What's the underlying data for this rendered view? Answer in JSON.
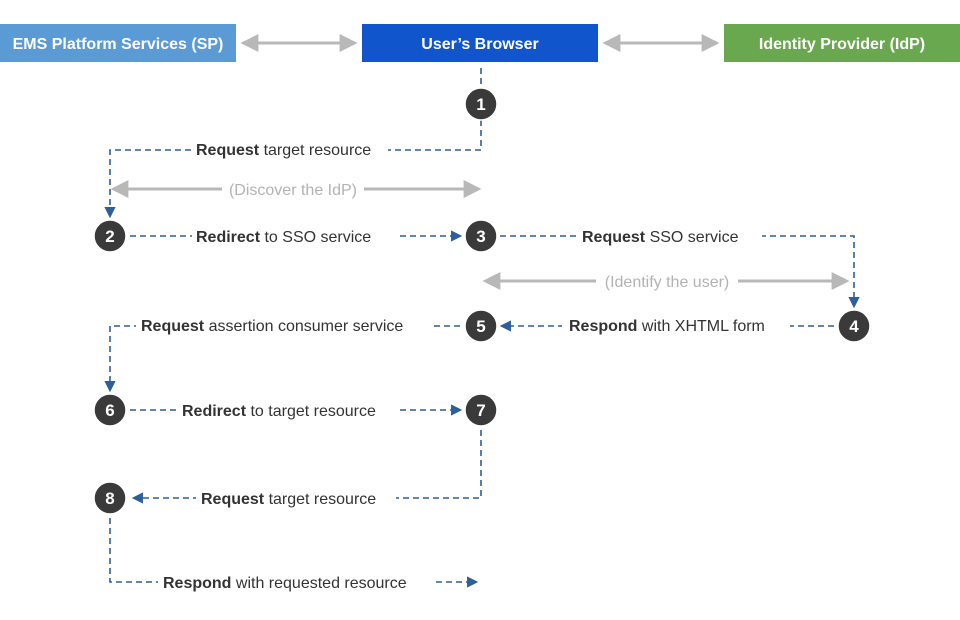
{
  "actors": {
    "sp": {
      "label": "EMS Platform Services (SP)",
      "color": "#5b9bd5"
    },
    "browser": {
      "label": "User’s Browser",
      "color": "#1155cc"
    },
    "idp": {
      "label": "Identity Provider (IdP)",
      "color": "#6aa84f"
    }
  },
  "steps": [
    "1",
    "2",
    "3",
    "4",
    "5",
    "6",
    "7",
    "8"
  ],
  "messages": [
    {
      "bold": "Request",
      "rest": " target resource"
    },
    {
      "bold": "Redirect",
      "rest": " to SSO service"
    },
    {
      "bold": "Request",
      "rest": " SSO service"
    },
    {
      "bold": "Respond",
      "rest": " with XHTML form"
    },
    {
      "bold": "Request",
      "rest": " assertion consumer service"
    },
    {
      "bold": "Redirect",
      "rest": " to target resource"
    },
    {
      "bold": "Request",
      "rest": " target resource"
    },
    {
      "bold": "Respond",
      "rest": " with requested resource"
    }
  ],
  "notes": {
    "discover": "(Discover the IdP)",
    "identify": "(Identify the user)"
  },
  "colors": {
    "flow": "#2d5f9c",
    "step_circle": "#3a3a3a",
    "gray_arrow": "#b8b8b8"
  }
}
